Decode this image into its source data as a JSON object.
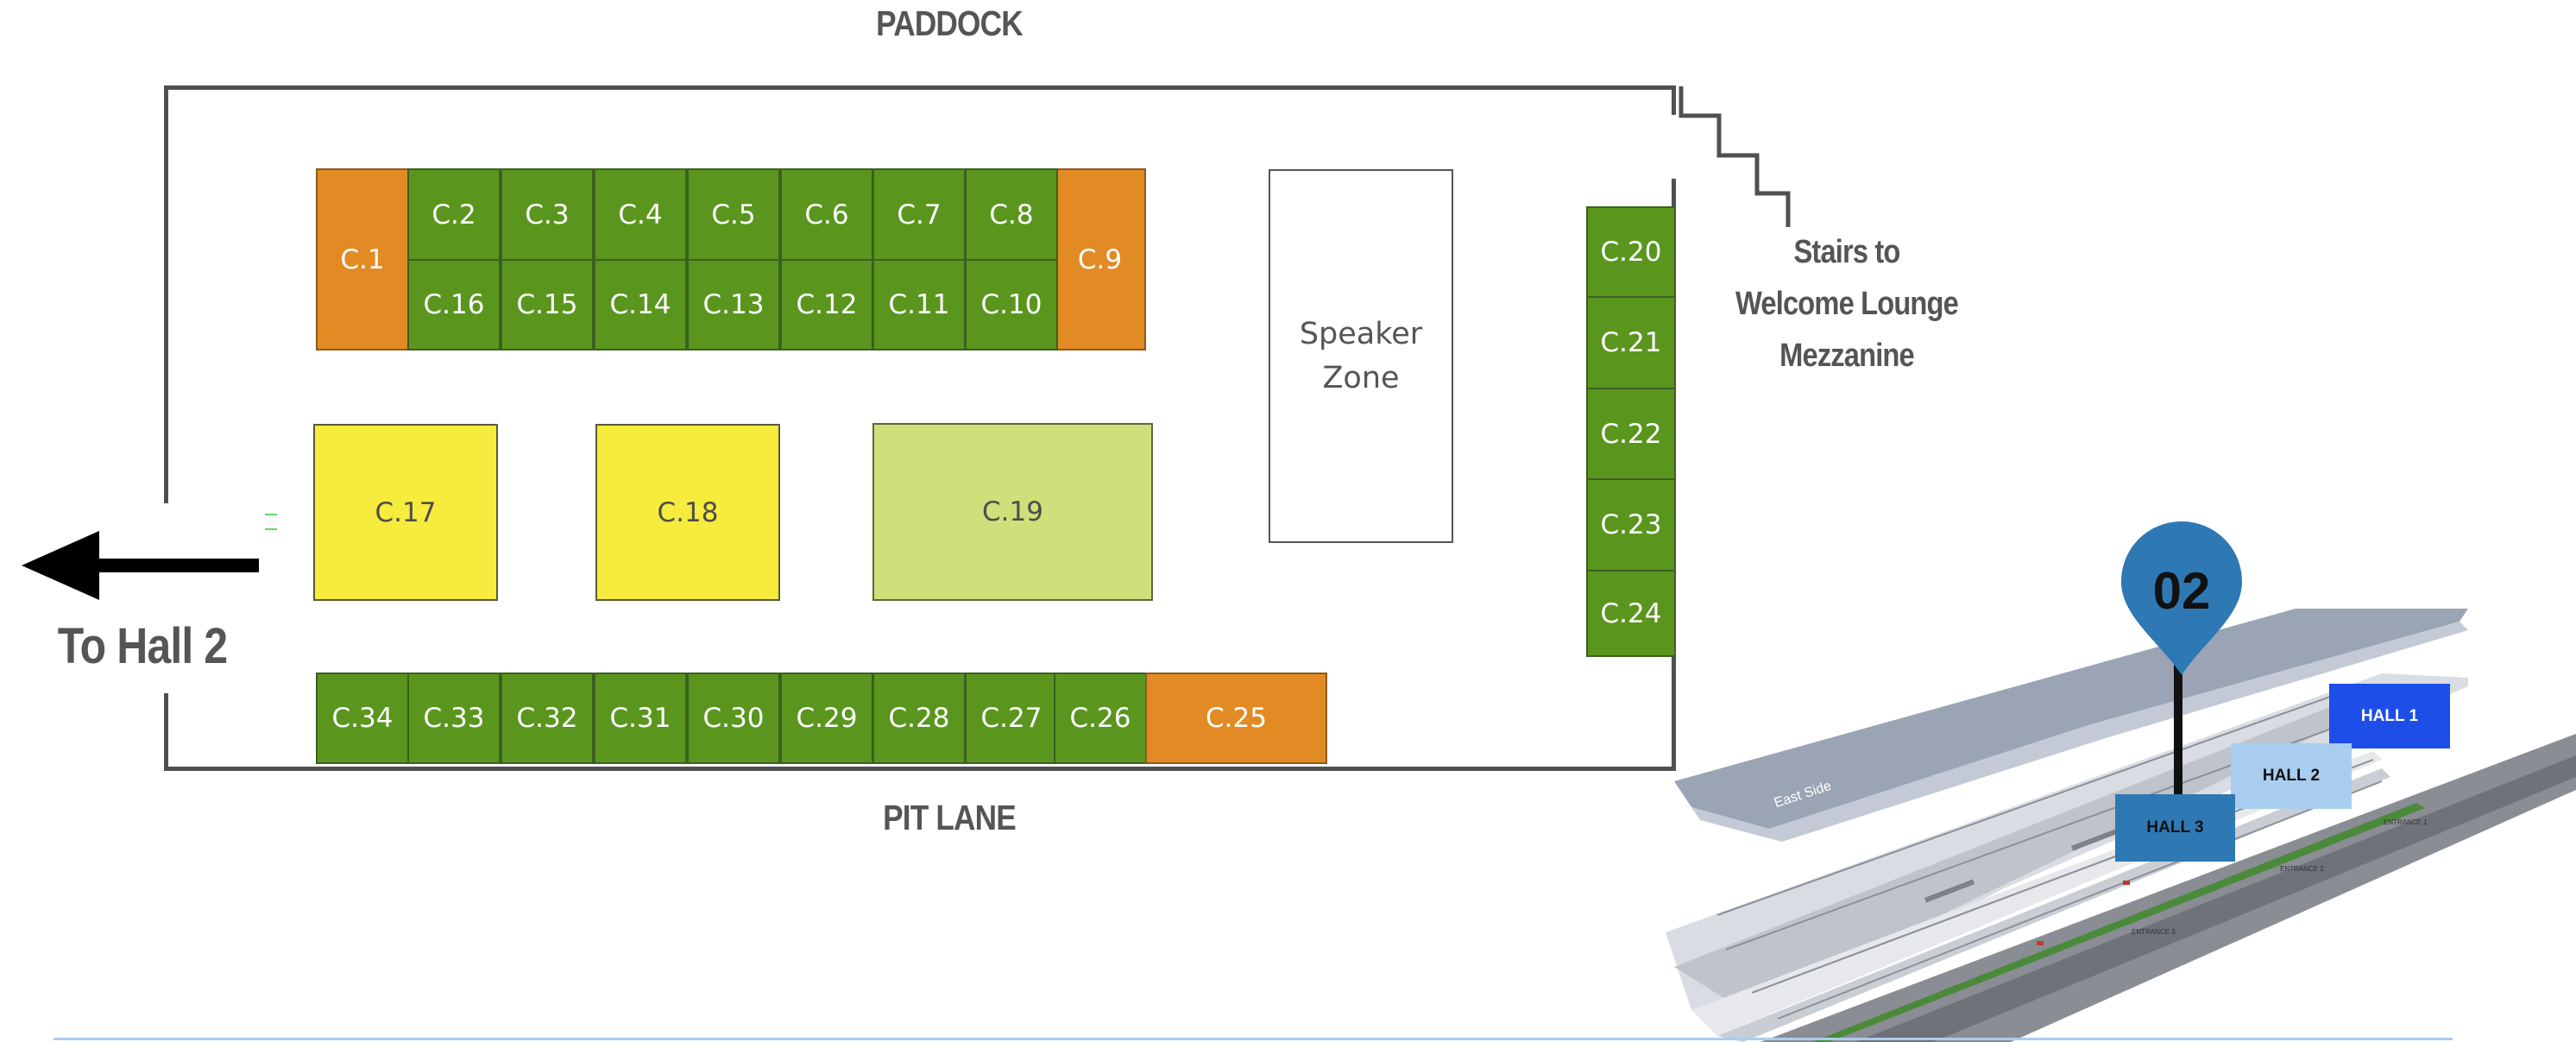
{
  "zones": {
    "top": "PADDOCK",
    "bottom": "PIT LANE"
  },
  "directions": {
    "exit_label": "To Hall 2",
    "stairs_line1": "Stairs to",
    "stairs_line2": "Welcome Lounge",
    "stairs_line3": "Mezzanine"
  },
  "speaker_zone": "Speaker\nZone",
  "booths": {
    "top_left_end": "C.1",
    "top_right_end": "C.9",
    "top_row_upper": [
      "C.2",
      "C.3",
      "C.4",
      "C.5",
      "C.6",
      "C.7",
      "C.8"
    ],
    "top_row_lower": [
      "C.16",
      "C.15",
      "C.14",
      "C.13",
      "C.12",
      "C.11",
      "C.10"
    ],
    "middle": [
      "C.17",
      "C.18",
      "C.19"
    ],
    "right_column": [
      "C.20",
      "C.21",
      "C.22",
      "C.23",
      "C.24"
    ],
    "bottom_row": [
      "C.34",
      "C.33",
      "C.32",
      "C.31",
      "C.30",
      "C.29",
      "C.28",
      "C.27",
      "C.26"
    ],
    "bottom_end": "C.25"
  },
  "booth_colors": {
    "standard": "#5a961e",
    "corner": "#e28b25",
    "large": "#f7eb3d",
    "feature": "#cfe07a"
  },
  "overview": {
    "pin_number": "02",
    "pin_color": "#2e78b4",
    "hall_1": "HALL 1",
    "hall_2": "HALL 2",
    "hall_3": "HALL 3",
    "hall_1_color": "#1d4ee8",
    "hall_2_color": "#a9cdee",
    "hall_3_color": "#2e78b4",
    "east_side": "East Side",
    "entrance_1": "ENTRANCE 1",
    "entrance_2": "ENTRANCE 2",
    "entrance_3": "ENTRANCE 3"
  }
}
